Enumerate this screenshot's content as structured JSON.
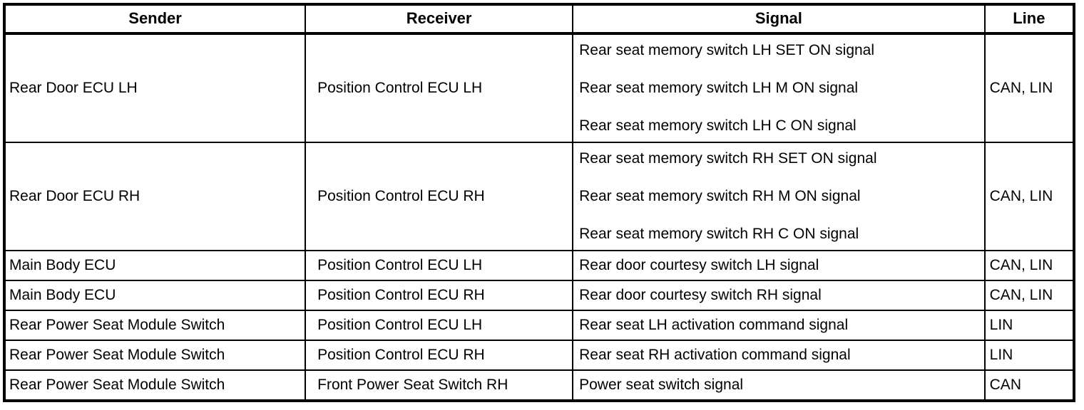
{
  "table": {
    "columns": [
      {
        "key": "sender",
        "label": "Sender"
      },
      {
        "key": "receiver",
        "label": "Receiver"
      },
      {
        "key": "signal",
        "label": "Signal"
      },
      {
        "key": "line",
        "label": "Line"
      }
    ],
    "rows": [
      {
        "sender": "Rear Door ECU LH",
        "receiver": "Position Control ECU LH",
        "signals": [
          "Rear seat memory switch LH SET ON signal",
          "Rear seat memory switch LH M ON signal",
          "Rear seat memory switch LH C ON signal"
        ],
        "line": "CAN, LIN"
      },
      {
        "sender": "Rear Door ECU RH",
        "receiver": "Position Control ECU RH",
        "signals": [
          "Rear seat memory switch RH SET ON signal",
          "Rear seat memory switch RH M ON signal",
          "Rear seat memory switch RH C ON signal"
        ],
        "line": "CAN, LIN"
      },
      {
        "sender": "Main Body ECU",
        "receiver": "Position Control ECU LH",
        "signals": [
          "Rear door courtesy switch LH signal"
        ],
        "line": "CAN, LIN"
      },
      {
        "sender": "Main Body ECU",
        "receiver": "Position Control ECU RH",
        "signals": [
          "Rear door courtesy switch RH signal"
        ],
        "line": "CAN, LIN"
      },
      {
        "sender": "Rear Power Seat Module Switch",
        "receiver": "Position Control ECU LH",
        "signals": [
          "Rear seat LH activation command signal"
        ],
        "line": "LIN"
      },
      {
        "sender": "Rear Power Seat Module Switch",
        "receiver": "Position Control ECU RH",
        "signals": [
          "Rear seat RH activation command signal"
        ],
        "line": "LIN"
      },
      {
        "sender": "Rear Power Seat Module Switch",
        "receiver": "Front Power Seat Switch RH",
        "signals": [
          "Power seat switch signal"
        ],
        "line": "CAN"
      }
    ]
  },
  "colors": {
    "border": "#000000",
    "text": "#000000",
    "background": "#ffffff"
  }
}
